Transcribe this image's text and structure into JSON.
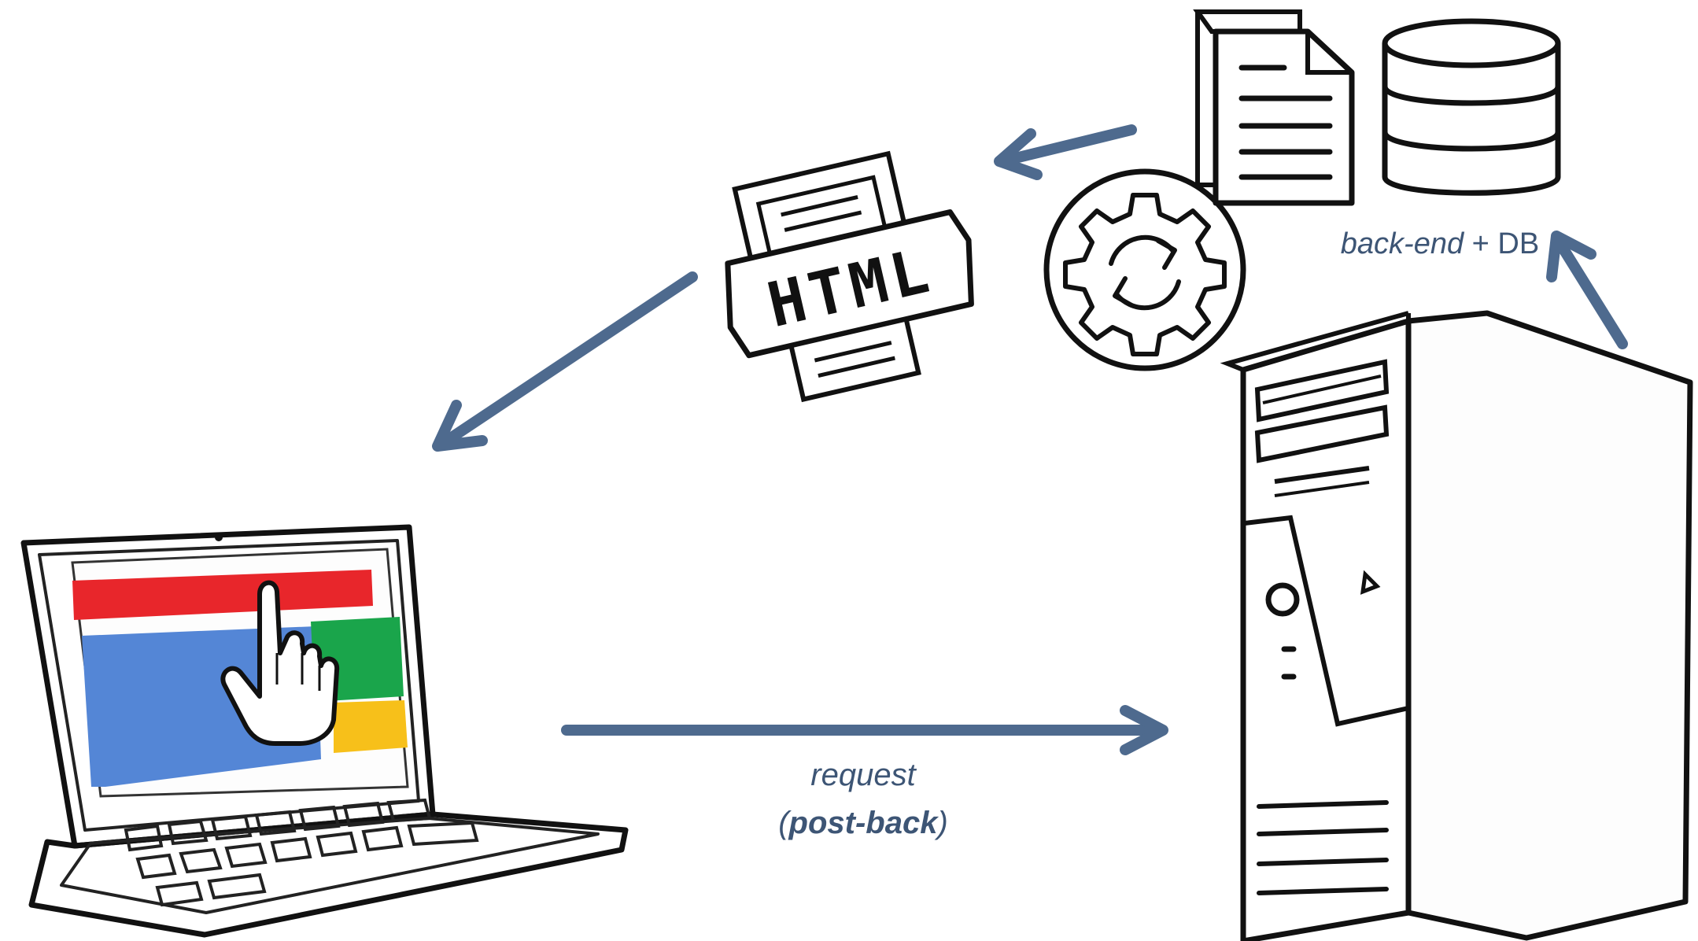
{
  "colors": {
    "arrow": "#4e6a8e",
    "label": "#3d5575",
    "screen_red": "#e8262b",
    "screen_blue": "#5486d6",
    "screen_green": "#1aa54b",
    "screen_yellow": "#f7c01a",
    "ink": "#111111"
  },
  "labels": {
    "backend_italic": "back-end",
    "backend_rest": " + DB",
    "request": "request",
    "postback_open": "(",
    "postback_bold": "post-back",
    "postback_close": ")"
  },
  "icons": {
    "html_document": "HTML",
    "gear": "gear-sync-icon",
    "document": "document-icon",
    "database": "database-icon",
    "server": "server-tower-icon",
    "laptop": "laptop-icon",
    "cursor": "hand-pointer-icon"
  }
}
